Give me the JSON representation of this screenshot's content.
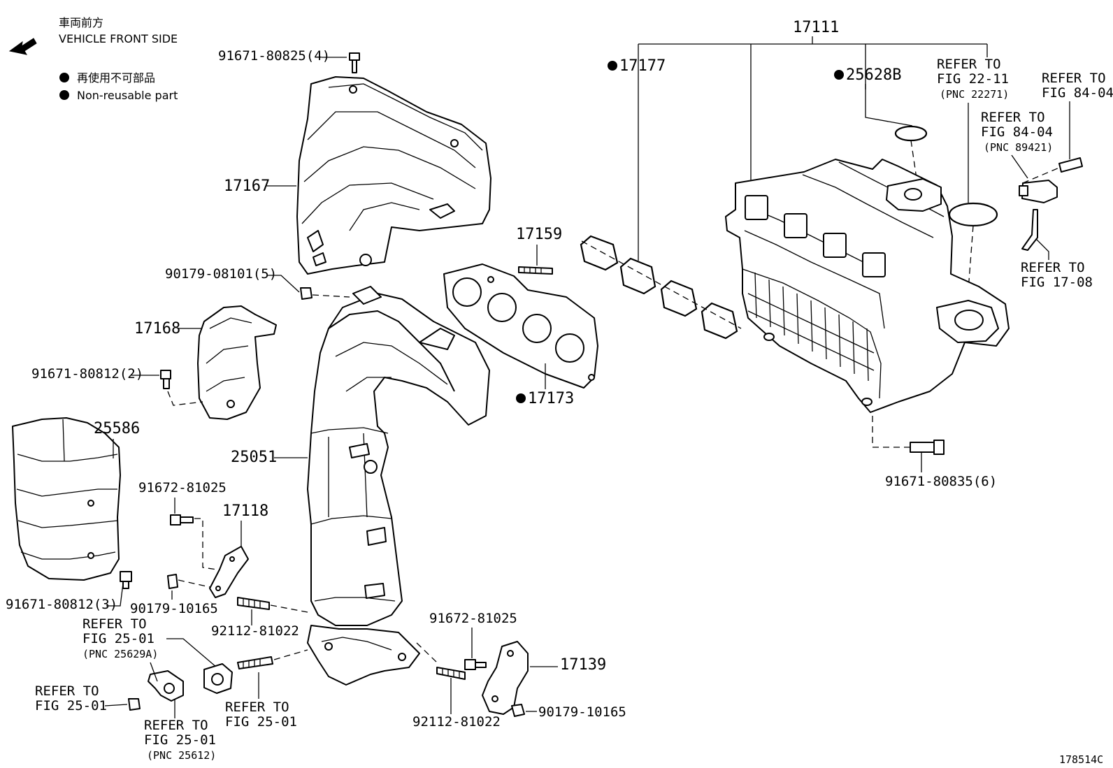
{
  "legend": {
    "front_jp": "車両前方",
    "front_en": "VEHICLE FRONT SIDE",
    "nonreuse_jp": "再使用不可部品",
    "nonreuse_en": "Non-reusable part"
  },
  "labels": {
    "p17111": "17111",
    "p17177": "17177",
    "p25628b": "25628B",
    "ref_22_11_a": "REFER TO",
    "ref_22_11_b": "FIG 22-11",
    "ref_22_11_c": "(PNC 22271)",
    "ref_84_04_a": "REFER TO",
    "ref_84_04_b": "FIG 84-04",
    "ref_84_04p_a": "REFER TO",
    "ref_84_04p_b": "FIG 84-04",
    "ref_84_04p_c": "(PNC 89421)",
    "ref_17_08_a": "REFER TO",
    "ref_17_08_b": "FIG 17-08",
    "p91671_80825": "91671-80825(4)",
    "p17167": "17167",
    "p90179_08101": "90179-08101(5)",
    "p17168": "17168",
    "p91671_80812_2": "91671-80812(2)",
    "p17159": "17159",
    "p17173": "17173",
    "p25586": "25586",
    "p25051": "25051",
    "p91672_81025_a": "91672-81025",
    "p17118": "17118",
    "p91671_80812_3": "91671-80812(3)",
    "p90179_10165_a": "90179-10165",
    "p92112_81022_a": "92112-81022",
    "ref_25_01a_a": "REFER TO",
    "ref_25_01a_b": "FIG 25-01",
    "ref_25_01a_c": "(PNC 25629A)",
    "ref_25_01b_a": "REFER TO",
    "ref_25_01b_b": "FIG 25-01",
    "ref_25_01c_a": "REFER TO",
    "ref_25_01c_b": "FIG 25-01",
    "ref_25_01d_a": "REFER TO",
    "ref_25_01d_b": "FIG 25-01",
    "ref_25_01d_c": "(PNC 25612)",
    "p91672_81025_b": "91672-81025",
    "p17139": "17139",
    "p92112_81022_b": "92112-81022",
    "p90179_10165_b": "90179-10165",
    "p91671_80835": "91671-80835(6)",
    "figure_id": "178514C"
  }
}
